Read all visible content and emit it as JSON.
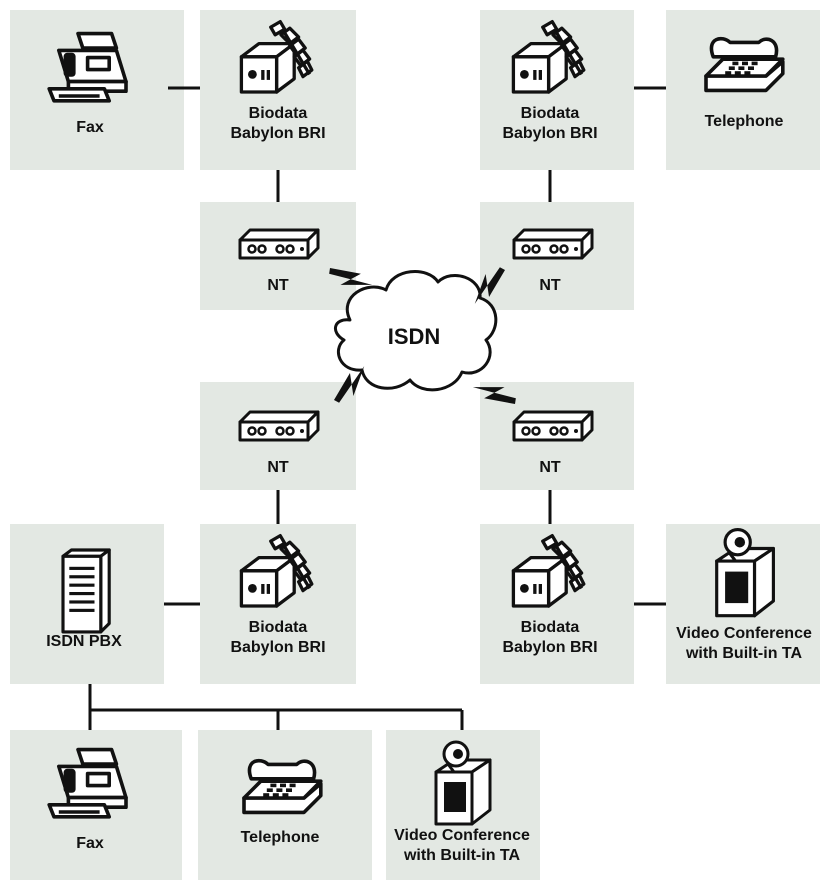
{
  "network": {
    "cloud_label": "ISDN"
  },
  "top_left": {
    "device_label": "Fax",
    "adapter_label_1": "Biodata",
    "adapter_label_2": "Babylon BRI",
    "nt_label": "NT"
  },
  "top_right": {
    "device_label": "Telephone",
    "adapter_label_1": "Biodata",
    "adapter_label_2": "Babylon BRI",
    "nt_label": "NT"
  },
  "bottom_left": {
    "device_label": "ISDN PBX",
    "adapter_label_1": "Biodata",
    "adapter_label_2": "Babylon BRI",
    "nt_label": "NT"
  },
  "bottom_right": {
    "device_label_1": "Video Conference",
    "device_label_2": "with Built-in TA",
    "adapter_label_1": "Biodata",
    "adapter_label_2": "Babylon BRI",
    "nt_label": "NT"
  },
  "pbx_extensions": {
    "fax_label": "Fax",
    "telephone_label": "Telephone",
    "video_label_1": "Video Conference",
    "video_label_2": "with Built-in TA"
  },
  "icons": [
    "fax-icon",
    "telephone-icon",
    "isdn-adapter-icon",
    "nt-device-icon",
    "cloud-icon",
    "lightning-icon",
    "pbx-icon",
    "video-conference-icon"
  ]
}
